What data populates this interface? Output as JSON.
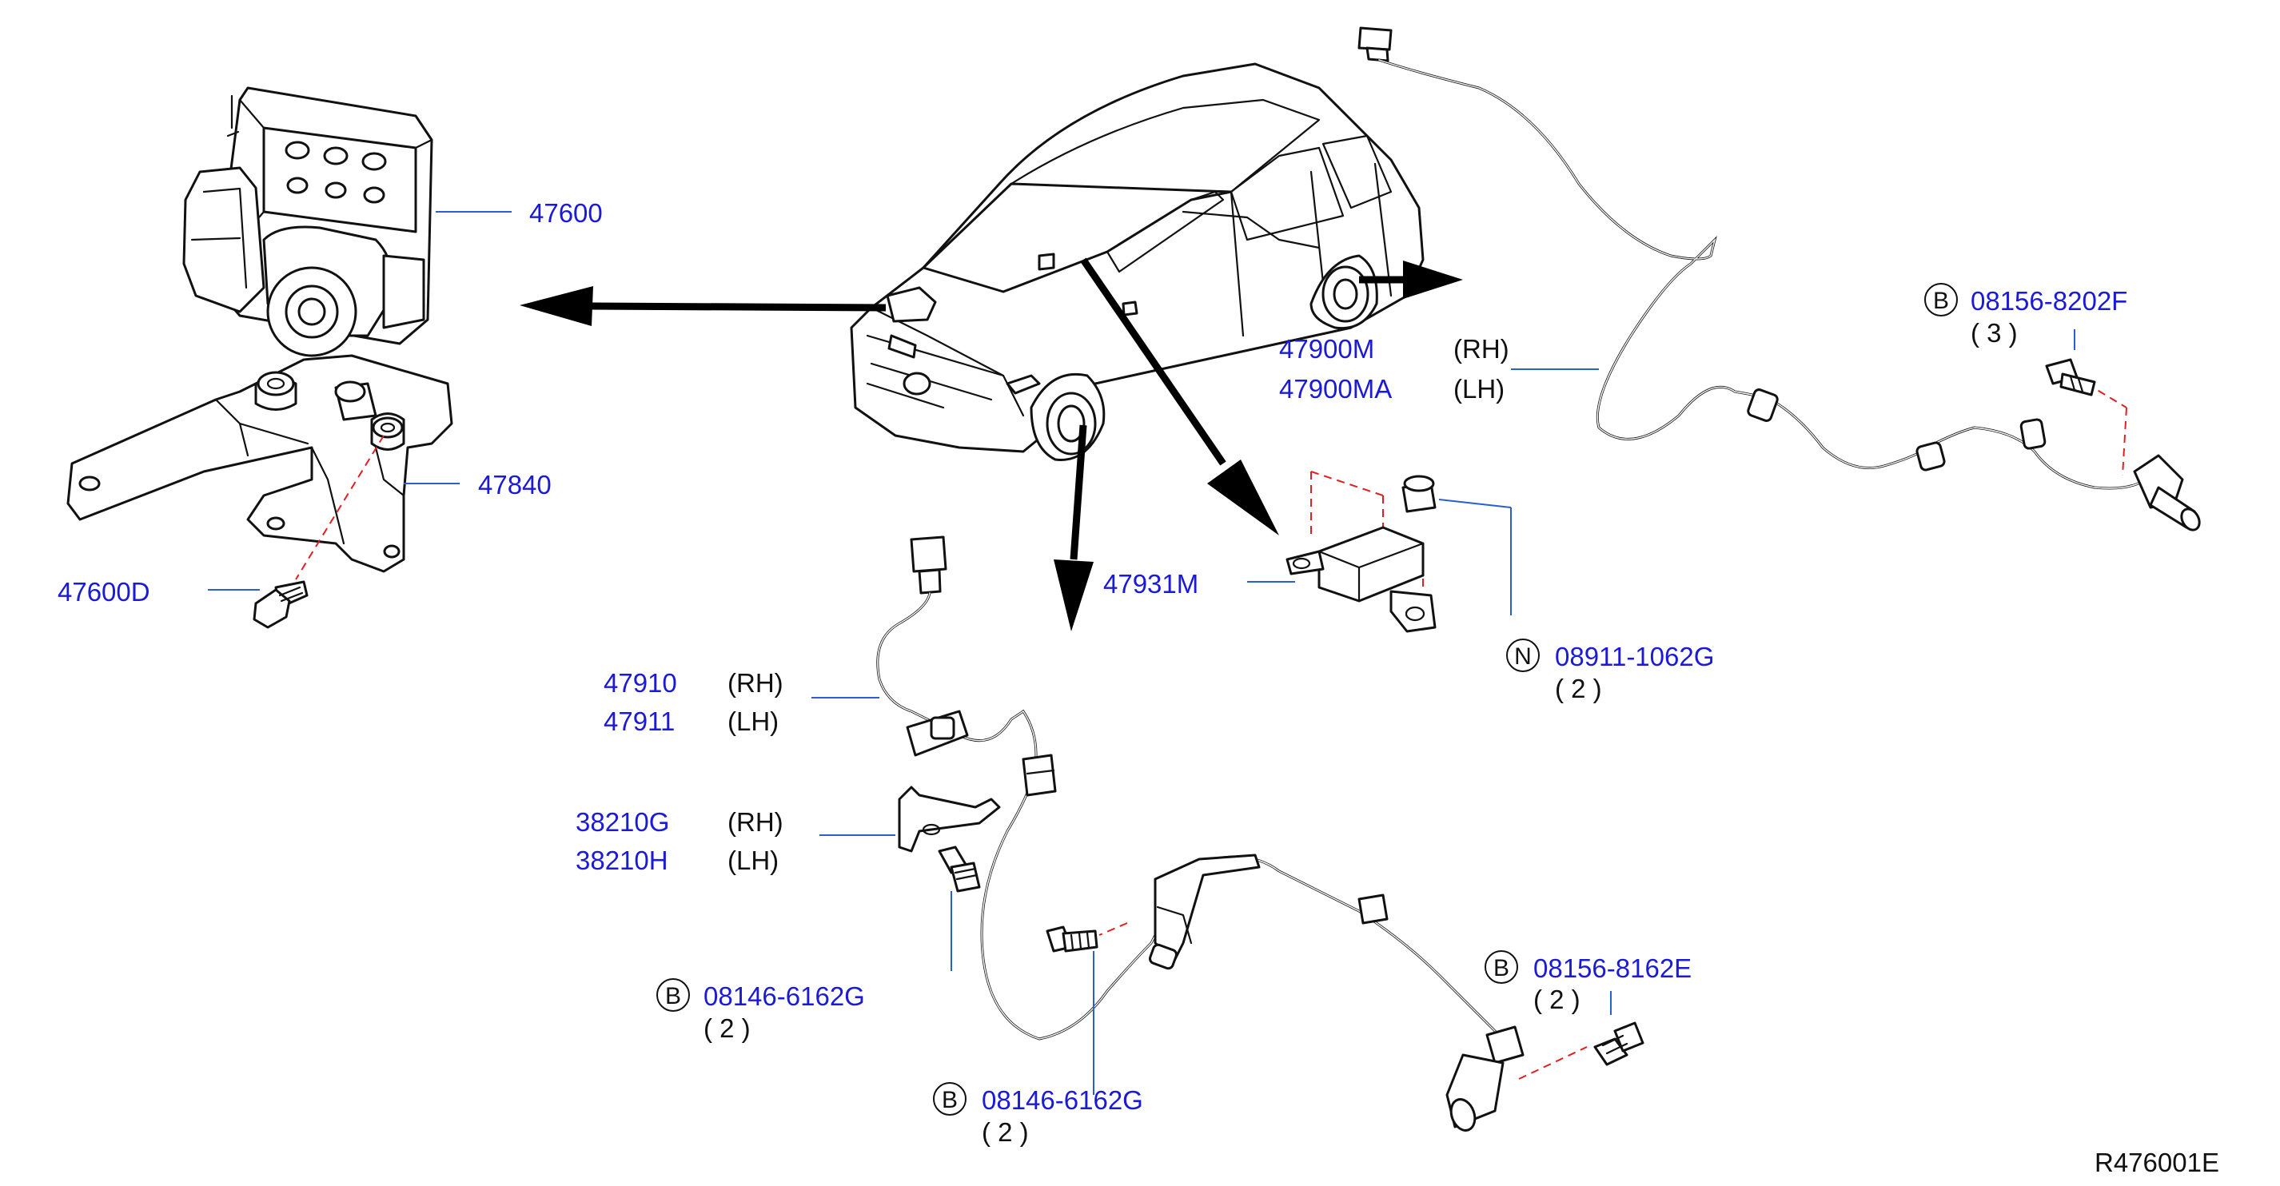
{
  "diagram_id": "R476001E",
  "callouts": {
    "abs_actuator": {
      "part_no": "47600"
    },
    "bracket": {
      "part_no": "47840"
    },
    "bracket_bolt": {
      "part_no": "47600D"
    },
    "rear_sensor": {
      "part_no_rh": "47900M",
      "side_rh": "(RH)",
      "part_no_lh": "47900MA",
      "side_lh": "(LH)"
    },
    "rear_bolt": {
      "symbol": "B",
      "part_no": "08156-8202F",
      "qty": "( 3 )"
    },
    "g_sensor": {
      "part_no": "47931M"
    },
    "nut": {
      "symbol": "N",
      "part_no": "08911-1062G",
      "qty": "( 2 )"
    },
    "front_sensor": {
      "part_no_rh": "47910",
      "side_rh": "(RH)",
      "part_no_lh": "47911",
      "side_lh": "(LH)"
    },
    "harness_bracket": {
      "part_no_rh": "38210G",
      "side_rh": "(RH)",
      "part_no_lh": "38210H",
      "side_lh": "(LH)"
    },
    "bolt_a": {
      "symbol": "B",
      "part_no": "08146-6162G",
      "qty": "( 2 )"
    },
    "bolt_b": {
      "symbol": "B",
      "part_no": "08146-6162G",
      "qty": "( 2 )"
    },
    "front_bolt": {
      "symbol": "B",
      "part_no": "08156-8162E",
      "qty": "( 2 )"
    }
  },
  "colors": {
    "part_number": "#1a1ad8",
    "leader": "#2a5fd0",
    "dashed_alignment": "#e02020",
    "linework": "#111111"
  }
}
